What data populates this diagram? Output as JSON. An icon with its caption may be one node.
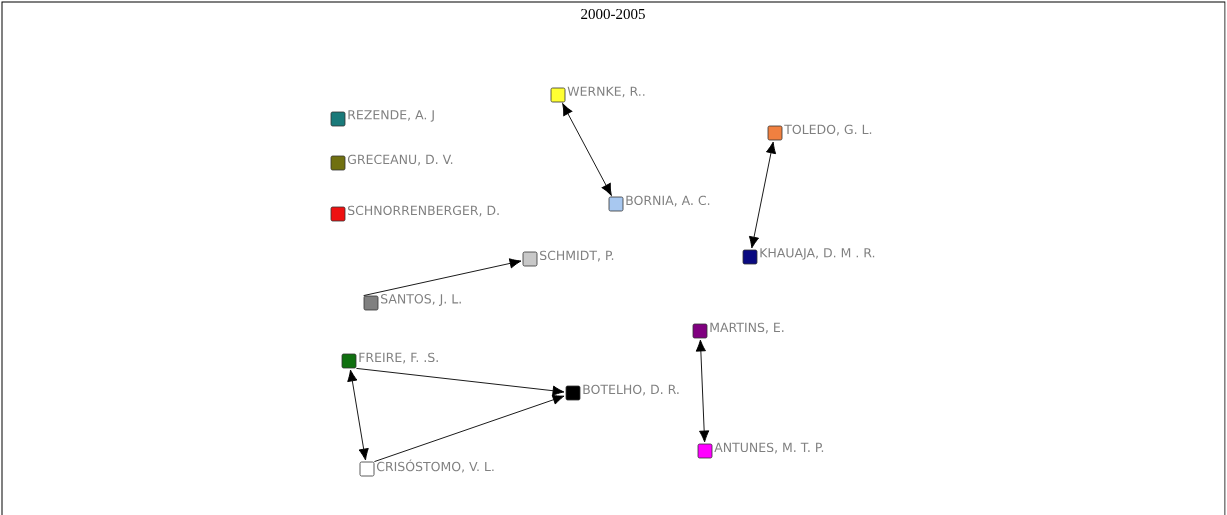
{
  "diagram": {
    "title": "2000-2005",
    "nodes": [
      {
        "text": [
          "WERNKE, R.."
        ]
      },
      {
        "text": [
          "REZENDE, A. J"
        ]
      },
      {
        "text": [
          "TOLEDO, G. L."
        ]
      },
      {
        "text": [
          "GRECEANU, D. V."
        ]
      },
      {
        "text": [
          "BORNIA, A. C."
        ]
      },
      {
        "text": [
          "SCHNORRENBERGER, D."
        ]
      },
      {
        "text": [
          "KHAUAJA, D. M . R."
        ]
      },
      {
        "text": [
          "SCHMIDT, P."
        ]
      },
      {
        "text": [
          "SANTOS, J. L."
        ]
      },
      {
        "text": [
          "MARTINS, E."
        ]
      },
      {
        "text": [
          "FREIRE, F. .S."
        ]
      },
      {
        "text": [
          "BOTELHO, D. R."
        ]
      },
      {
        "text": [
          "ANTUNES, M. T. P."
        ]
      },
      {
        "text": [
          "CRISÓSTOMO, V. L."
        ]
      }
    ],
    "edges": [
      {
        "from": 0,
        "to": 4,
        "arrow": "both"
      },
      {
        "from": 2,
        "to": 6,
        "arrow": "both"
      },
      {
        "from": 8,
        "to": 7,
        "arrow": "to"
      },
      {
        "from": 10,
        "to": 11,
        "arrow": "to"
      },
      {
        "from": 13,
        "to": 11,
        "arrow": "to"
      },
      {
        "from": 10,
        "to": 13,
        "arrow": "both"
      },
      {
        "from": 9,
        "to": 12,
        "arrow": "both"
      }
    ]
  }
}
